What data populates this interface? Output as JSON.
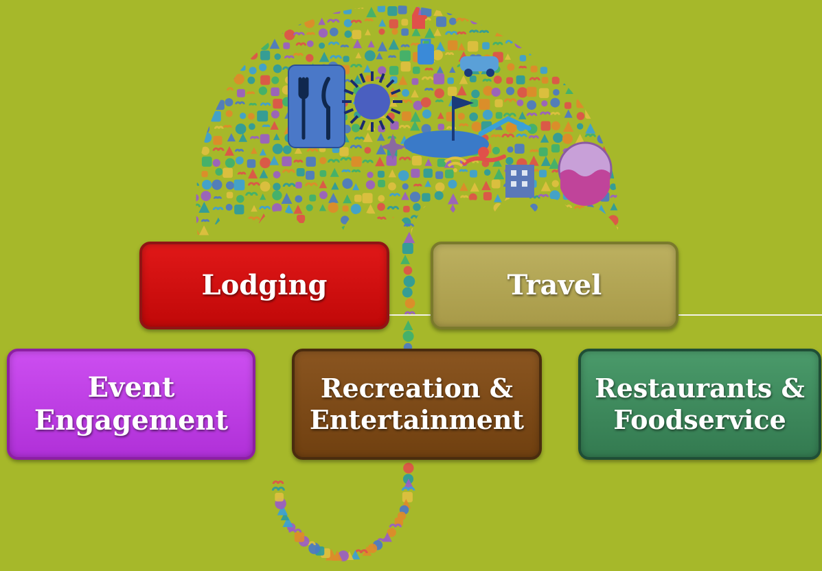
{
  "diagram": {
    "boxes": [
      {
        "id": "lodging",
        "lines": [
          "Lodging"
        ],
        "color": "#d20a0a"
      },
      {
        "id": "travel",
        "lines": [
          "Travel"
        ],
        "color": "#b0a450"
      },
      {
        "id": "event",
        "lines": [
          "Event",
          "Engagement"
        ],
        "color": "#bf3ee0"
      },
      {
        "id": "recreation",
        "lines": [
          "Recreation &",
          "Entertainment"
        ],
        "color": "#7d4b18"
      },
      {
        "id": "restaurants",
        "lines": [
          "Restaurants &",
          "Foodservice"
        ],
        "color": "#3e8a5c"
      }
    ],
    "colors": {
      "background": "#a6b82a",
      "umbrella_palette": [
        "#4a78c8",
        "#3aa0d8",
        "#e0504a",
        "#9a5cc8",
        "#e08a2a",
        "#3cb070",
        "#e0c040",
        "#2a9aa0"
      ]
    },
    "icons": [
      "umbrella-icon-collage",
      "fork-knife-icon",
      "sun-icon",
      "golf-flag-icon",
      "swimmer-icon",
      "hotel-building-icon",
      "car-icon",
      "luggage-icon",
      "wifi-icon",
      "thumbs-up-icon",
      "compass-icon",
      "beach-chair-icon",
      "ocean-wave-icon"
    ]
  }
}
